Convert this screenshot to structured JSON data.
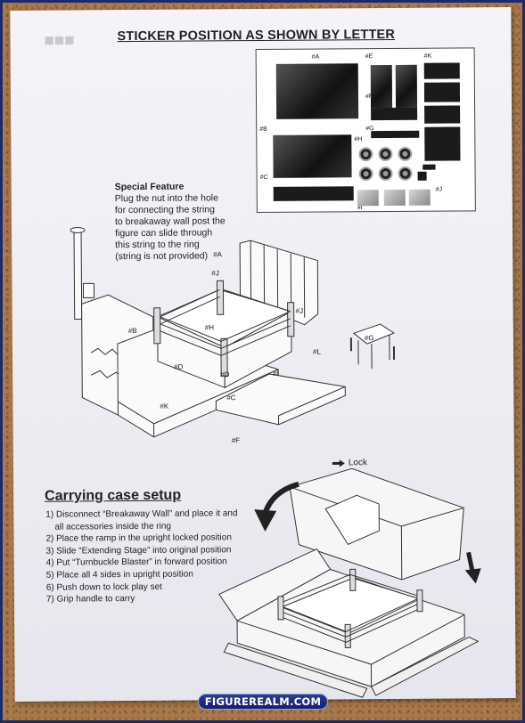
{
  "document": {
    "title": "STICKER POSITION AS SHOWN BY LETTER",
    "sticker_labels": {
      "A": "#A",
      "B": "#B",
      "C": "#C",
      "D": "#D",
      "E": "#E",
      "F": "#F",
      "G": "#G",
      "H": "#H",
      "I": "#I",
      "J": "#J",
      "K": "#K",
      "L": "#L"
    },
    "special_feature": {
      "heading": "Special Feature",
      "lines": [
        "Plug the nut into the hole",
        "for connecting the string",
        "to breakaway wall post the",
        "figure can slide through",
        "this string to the ring",
        "(string is not provided)"
      ]
    },
    "carrying_case": {
      "title": "Carrying case setup",
      "steps": [
        "1) Disconnect “Breakaway Wall” and place it and",
        "    all accessories inside the ring",
        "2) Place the ramp in the upright locked position",
        "3) Slide “Extending Stage” into original position",
        "4) Put “Turnbuckle Blaster” in forward position",
        "5) Place all 4 sides in upright position",
        "6) Push down to lock play set",
        "7) Grip handle to carry"
      ],
      "lock_label": "Lock"
    }
  },
  "watermark": "FIGUREREALM.COM"
}
